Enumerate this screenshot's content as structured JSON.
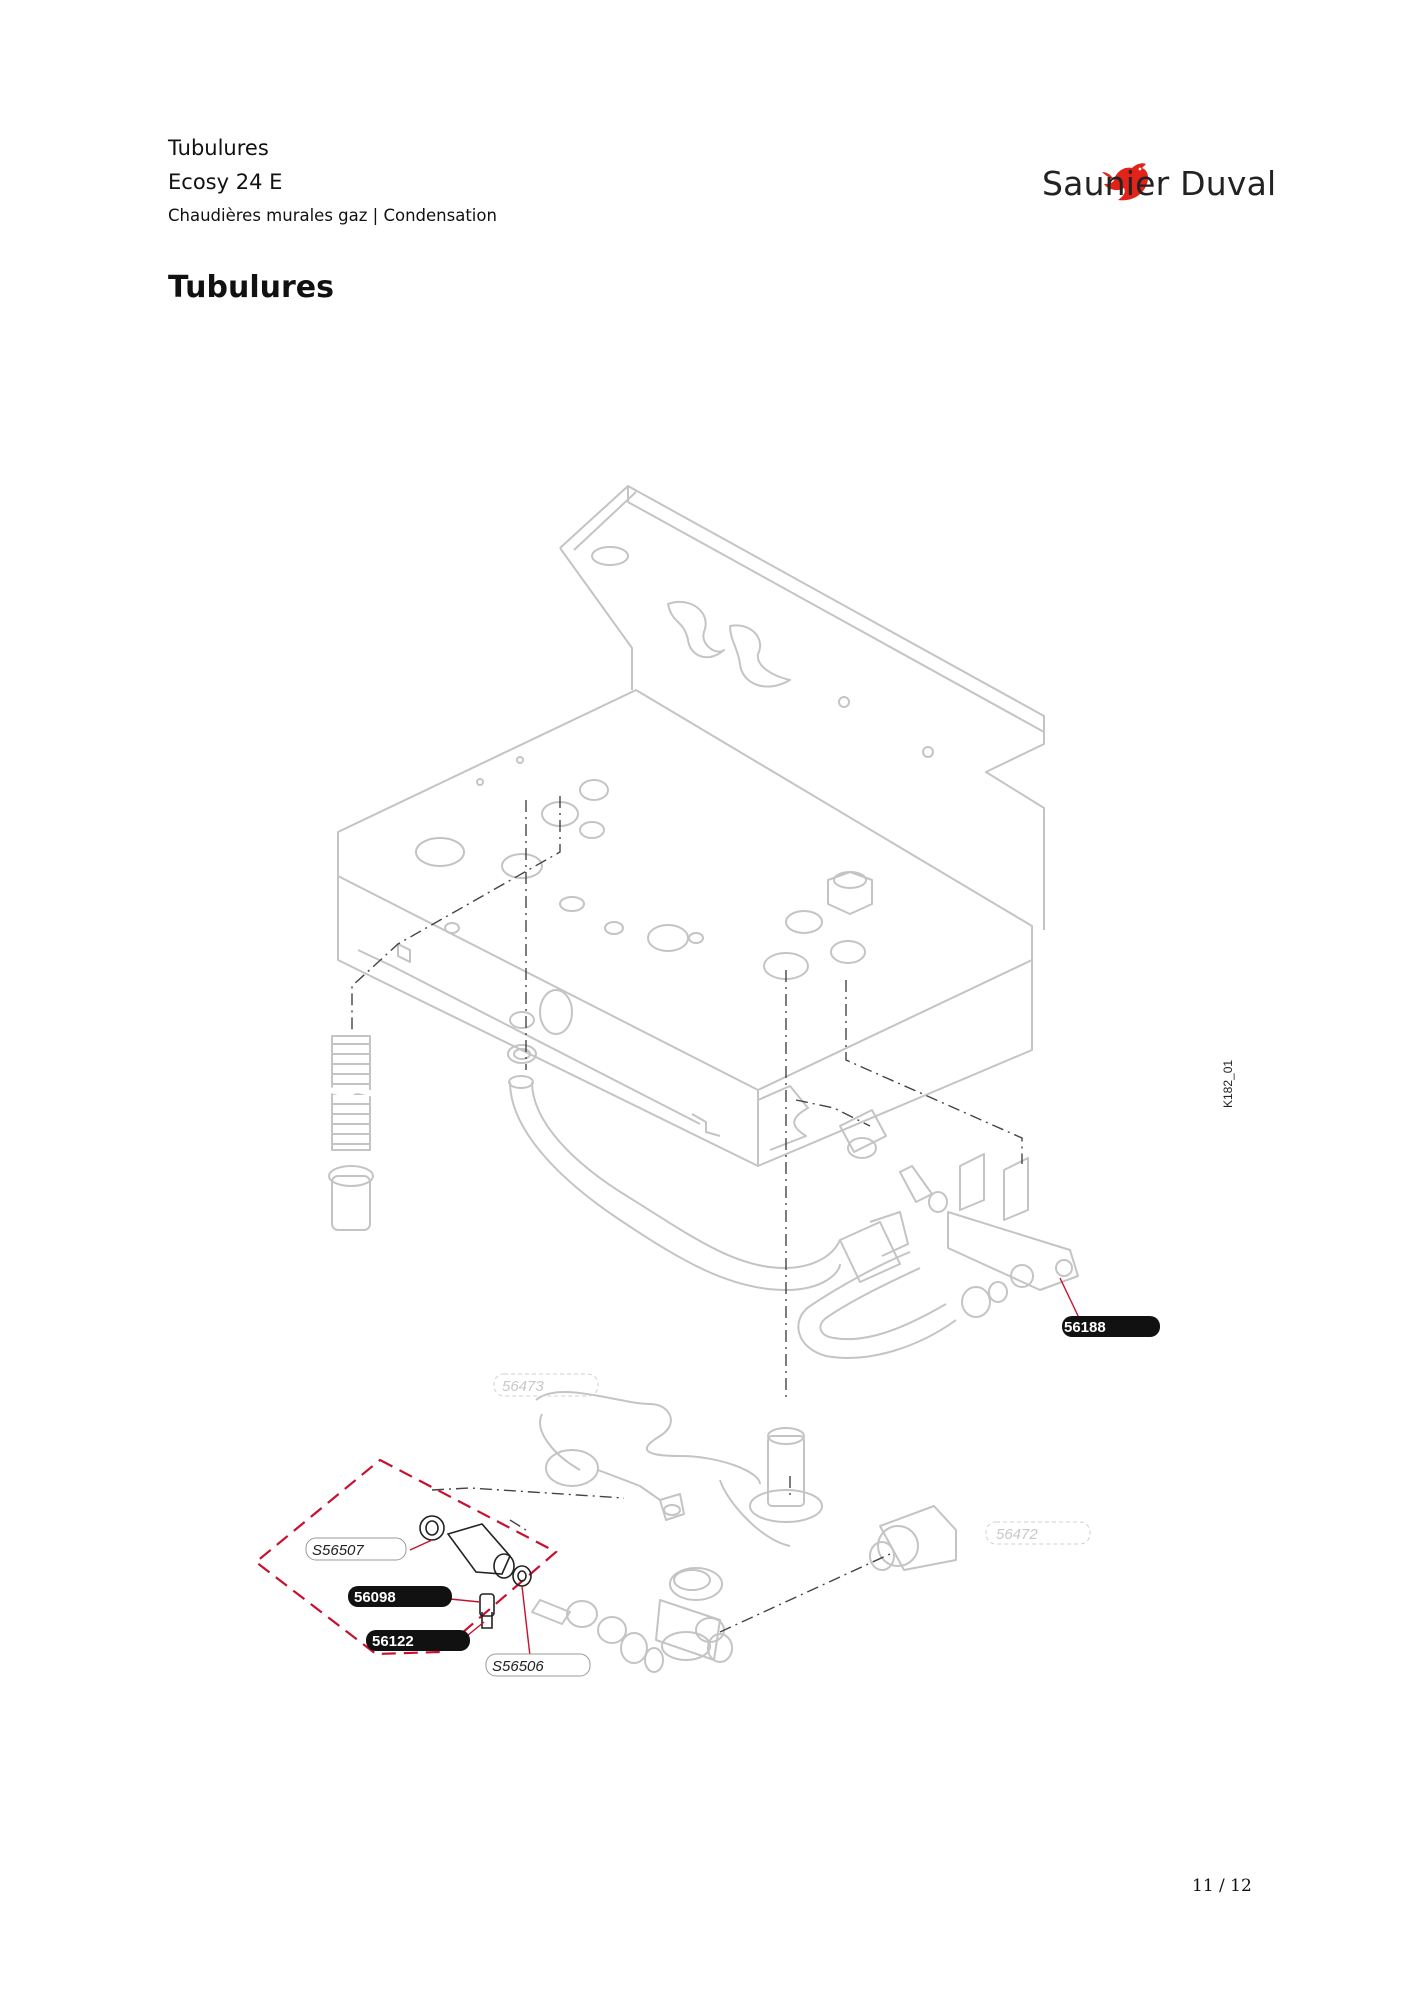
{
  "header": {
    "section": "Tubulures",
    "model": "Ecosy 24 E",
    "category": "Chaudières murales gaz | Condensation",
    "brand": "Saunier Duval",
    "brand_color": "#e2231a"
  },
  "page_title": "Tubulures",
  "diagram": {
    "reference": "K182_01",
    "parts": {
      "p56188": "56188",
      "p56473": "56473",
      "p56472": "56472",
      "pS56507": "S56507",
      "p56098": "56098",
      "p56122": "56122",
      "pS56506": "S56506"
    },
    "accent_dashed_color": "#c8102e"
  },
  "footer": {
    "page": "11 / 12"
  }
}
